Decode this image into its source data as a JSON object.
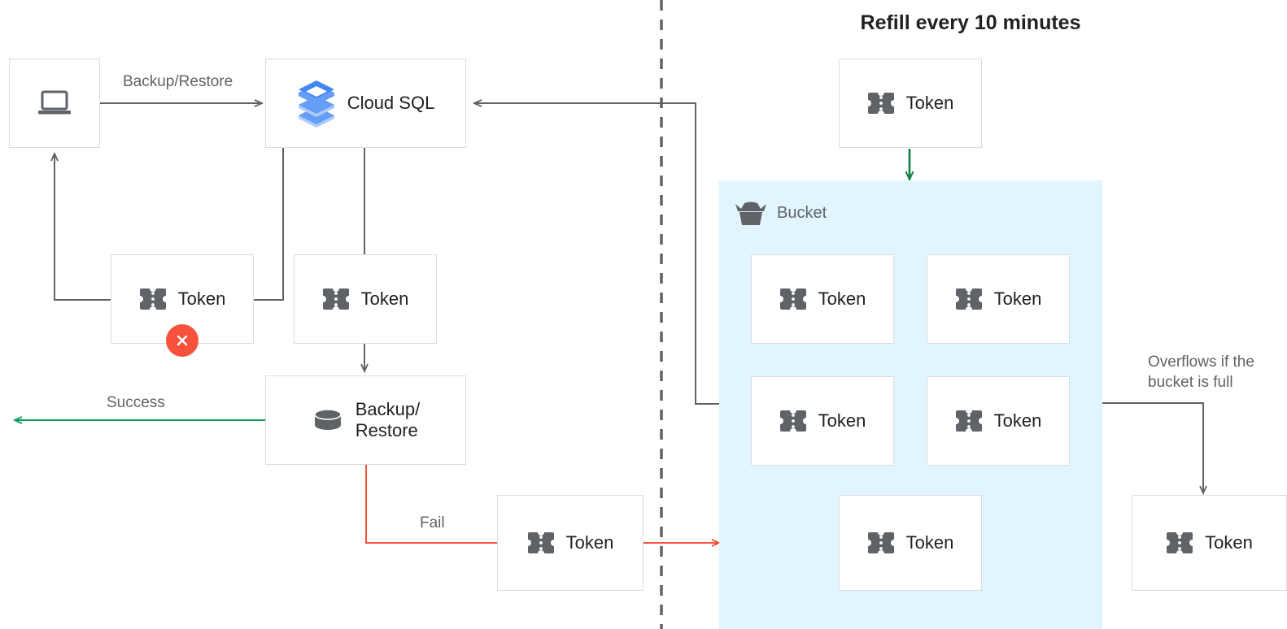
{
  "title": "Refill every 10 minutes",
  "colors": {
    "wire": "#5f6368",
    "success": "#0f9d58",
    "fail": "#f8523c",
    "refill": "#0b8043",
    "bucket_bg": "#e1f5fe",
    "box_border": "#dadce0",
    "text": "#202124",
    "muted_text": "#5f6368",
    "error_badge": "#f8523c"
  },
  "nodes": {
    "client": {
      "label": "",
      "icon": "laptop-icon"
    },
    "cloud_sql": {
      "label": "Cloud SQL",
      "icon": "cloud-sql-icon"
    },
    "token_client": {
      "label": "Token",
      "icon": "token-icon",
      "status": "error"
    },
    "token_sql": {
      "label": "Token",
      "icon": "token-icon"
    },
    "backup_restore": {
      "label": "Backup/\nRestore",
      "icon": "database-icon"
    },
    "token_fail": {
      "label": "Token",
      "icon": "token-icon"
    },
    "token_refill": {
      "label": "Token",
      "icon": "token-icon"
    },
    "token_overflow": {
      "label": "Token",
      "icon": "token-icon"
    }
  },
  "bucket": {
    "label": "Bucket",
    "icon": "bucket-icon",
    "tokens": [
      {
        "label": "Token",
        "icon": "token-icon"
      },
      {
        "label": "Token",
        "icon": "token-icon"
      },
      {
        "label": "Token",
        "icon": "token-icon"
      },
      {
        "label": "Token",
        "icon": "token-icon"
      }
    ]
  },
  "edges": {
    "backup_restore_label": "Backup/Restore",
    "success_label": "Success",
    "fail_label": "Fail",
    "overflow_label": "Overflows if the\nbucket is full"
  }
}
